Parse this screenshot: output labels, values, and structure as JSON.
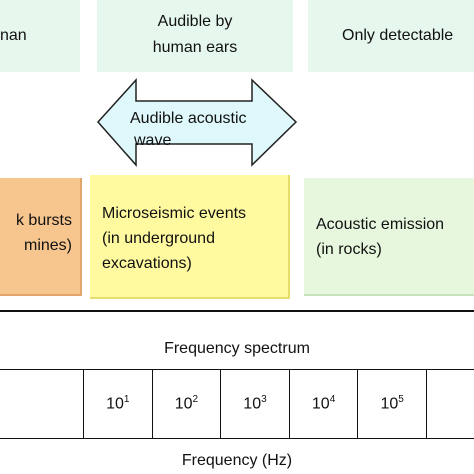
{
  "top_row": [
    {
      "id": "human",
      "text": "nan"
    },
    {
      "id": "audible",
      "line1": "Audible by",
      "line2": "human ears"
    },
    {
      "id": "detectable",
      "text": "Only detectable"
    }
  ],
  "arrow": {
    "line1": "Audible acoustic",
    "line2": "wave"
  },
  "events": [
    {
      "id": "bursts",
      "line1": "k bursts",
      "line2": "mines)"
    },
    {
      "id": "micro",
      "line1": "Microseismic events",
      "line2": "(in underground",
      "line3": "excavations)"
    },
    {
      "id": "ae",
      "line1": "Acoustic emission",
      "line2": "(in rocks)"
    }
  ],
  "spectrum_title": "Frequency spectrum",
  "frequencies": [
    {
      "base": "",
      "exp": ""
    },
    {
      "base": "10",
      "exp": "1"
    },
    {
      "base": "10",
      "exp": "2"
    },
    {
      "base": "10",
      "exp": "3"
    },
    {
      "base": "10",
      "exp": "4"
    },
    {
      "base": "10",
      "exp": "5"
    },
    {
      "base": "",
      "exp": ""
    }
  ],
  "axis_label": "Frequency (Hz)",
  "colors": {
    "top_boxes": "#e6f7ee",
    "arrow_fill": "#dff8fb",
    "rock_bursts": "#f7c58e",
    "microseismic": "#fffaa0",
    "acoustic_emission": "#e6f7de"
  }
}
